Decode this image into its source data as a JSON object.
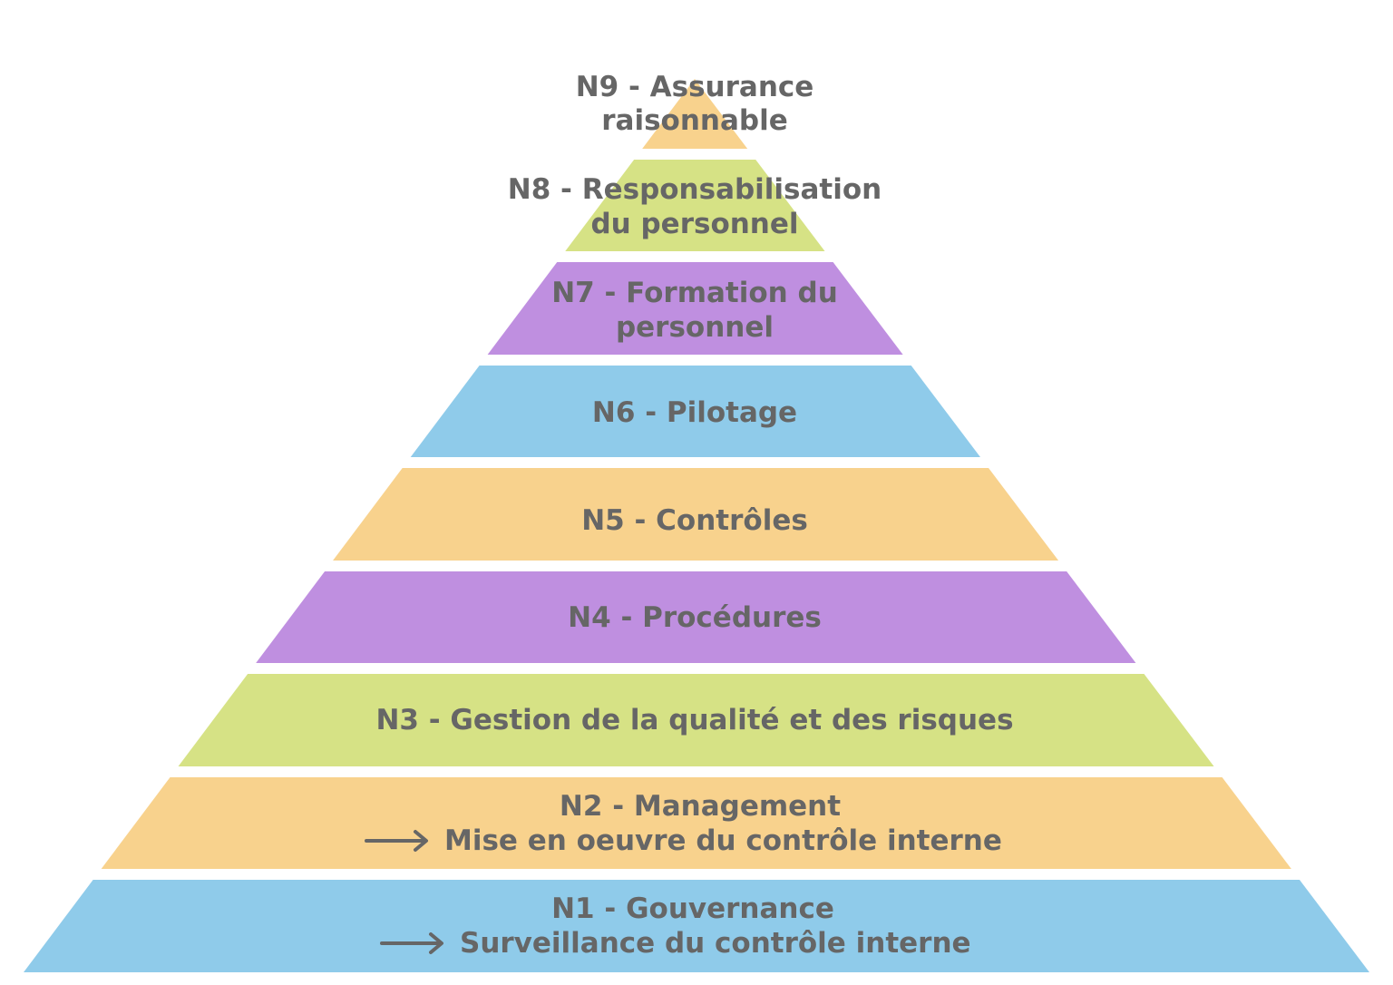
{
  "colors": {
    "orange": "#f8d28d",
    "green": "#d6e285",
    "purple": "#bf8fe0",
    "blue": "#8fcbea",
    "text": "#666666"
  },
  "arrow_icon": "right-arrow-icon",
  "tiers": [
    {
      "id": "n9",
      "color": "orange",
      "lines": [
        "N9 - Assurance",
        "raisonnable"
      ]
    },
    {
      "id": "n8",
      "color": "green",
      "lines": [
        "N8 - Responsabilisation",
        "du personnel"
      ]
    },
    {
      "id": "n7",
      "color": "purple",
      "lines": [
        "N7 - Formation du",
        "personnel"
      ]
    },
    {
      "id": "n6",
      "color": "blue",
      "lines": [
        "N6 - Pilotage"
      ]
    },
    {
      "id": "n5",
      "color": "orange",
      "lines": [
        "N5 - Contrôles"
      ]
    },
    {
      "id": "n4",
      "color": "purple",
      "lines": [
        "N4 - Procédures"
      ]
    },
    {
      "id": "n3",
      "color": "green",
      "lines": [
        "N3 - Gestion de la qualité et des risques"
      ]
    },
    {
      "id": "n2",
      "color": "orange",
      "lines": [
        "N2 - Management",
        "Mise en oeuvre du contrôle interne"
      ],
      "arrow_line": 1
    },
    {
      "id": "n1",
      "color": "blue",
      "lines": [
        "N1 - Gouvernance",
        "Surveillance du contrôle interne"
      ],
      "arrow_line": 1
    }
  ]
}
